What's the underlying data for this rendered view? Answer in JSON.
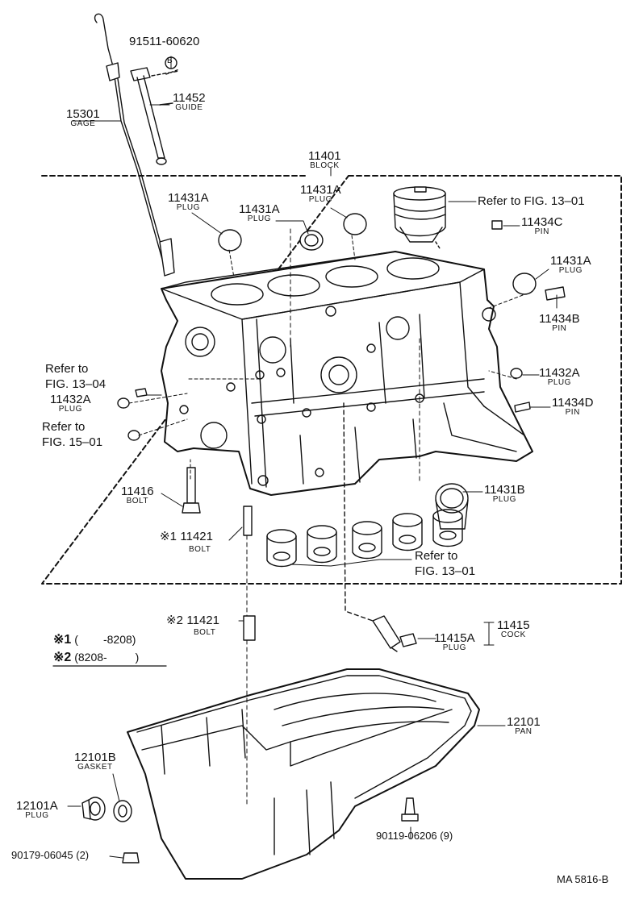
{
  "diagram": {
    "figure_code": "MA 5816-B",
    "stroke_color": "#111111",
    "background": "#ffffff"
  },
  "parts": {
    "p91511": {
      "number": "91511-60620",
      "badge": "B"
    },
    "p11452": {
      "number": "11452",
      "name": "GUIDE"
    },
    "p15301": {
      "number": "15301",
      "name": "GAGE"
    },
    "p11401": {
      "number": "11401",
      "name": "BLOCK"
    },
    "p11431a_1": {
      "number": "11431A",
      "name": "PLUG"
    },
    "p11431a_2": {
      "number": "11431A",
      "name": "PLUG"
    },
    "p11431a_3": {
      "number": "11431A",
      "name": "PLUG"
    },
    "p11431a_4": {
      "number": "11431A",
      "name": "PLUG"
    },
    "piston_ref": {
      "text": "Refer to FIG. 13–01"
    },
    "p11434c": {
      "number": "11434C",
      "name": "PIN"
    },
    "p11434b": {
      "number": "11434B",
      "name": "PIN"
    },
    "p11432a_r": {
      "number": "11432A",
      "name": "PLUG"
    },
    "p11434d": {
      "number": "11434D",
      "name": "PIN"
    },
    "ref_1304": {
      "line1": "Refer to",
      "line2": "FIG. 13–04"
    },
    "p11432a_l": {
      "number": "11432A",
      "name": "PLUG"
    },
    "ref_1501": {
      "line1": "Refer to",
      "line2": "FIG. 15–01"
    },
    "p11416": {
      "number": "11416",
      "name": "BOLT"
    },
    "p11431b": {
      "number": "11431B",
      "name": "PLUG"
    },
    "p11421_1": {
      "mark": "※1",
      "number": "11421",
      "name": "BOLT"
    },
    "bearing_ref": {
      "line1": "Refer to",
      "line2": "FIG. 13–01"
    },
    "p11421_2": {
      "mark": "※2",
      "number": "11421",
      "name": "BOLT"
    },
    "p11415": {
      "number": "11415",
      "name": "COCK"
    },
    "p11415a": {
      "number": "11415A",
      "name": "PLUG"
    },
    "p12101": {
      "number": "12101",
      "name": "PAN"
    },
    "p12101b": {
      "number": "12101B",
      "name": "GASKET"
    },
    "p12101a": {
      "number": "12101A",
      "name": "PLUG"
    },
    "p90179": {
      "number": "90179-06045 (2)"
    },
    "p90119": {
      "number": "90119-06206 (9)"
    }
  },
  "notes": {
    "n1": {
      "mark": "※1",
      "range": "(        -8208)"
    },
    "n2": {
      "mark": "※2",
      "range": "(8208-         )"
    }
  }
}
